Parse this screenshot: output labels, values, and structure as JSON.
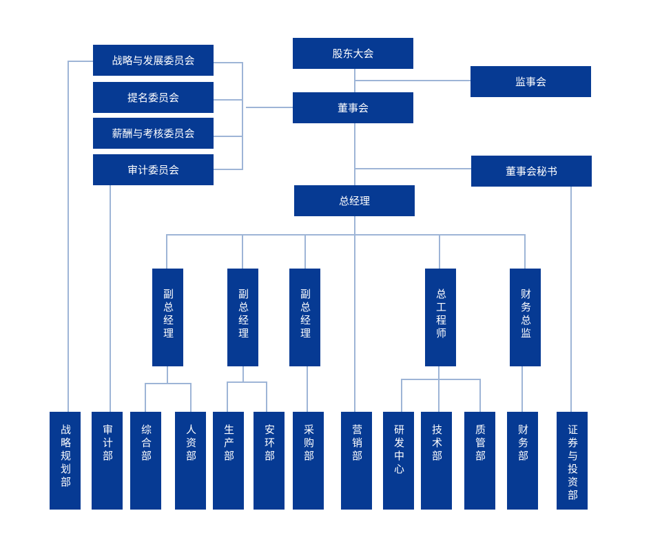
{
  "org_chart": {
    "shareholders_meeting": "股东大会",
    "board_of_supervisors": "监事会",
    "board_of_directors": "董事会",
    "board_secretary": "董事会秘书",
    "general_manager": "总经理",
    "committees": [
      "战略与发展委员会",
      "提名委员会",
      "薪酬与考核委员会",
      "审计委员会"
    ],
    "executives": [
      "副总经理",
      "副总经理",
      "副总经理",
      "总工程师",
      "财务总监"
    ],
    "departments": [
      "战略规划部",
      "审计部",
      "综合部",
      "人资部",
      "生产部",
      "安环部",
      "采购部",
      "营销部",
      "研发中心",
      "技术部",
      "质管部",
      "财务部",
      "证券与投资部"
    ]
  },
  "colors": {
    "box": "#063a93",
    "text": "#ffffff",
    "connector": "#9db4d6",
    "background": "#ffffff"
  }
}
